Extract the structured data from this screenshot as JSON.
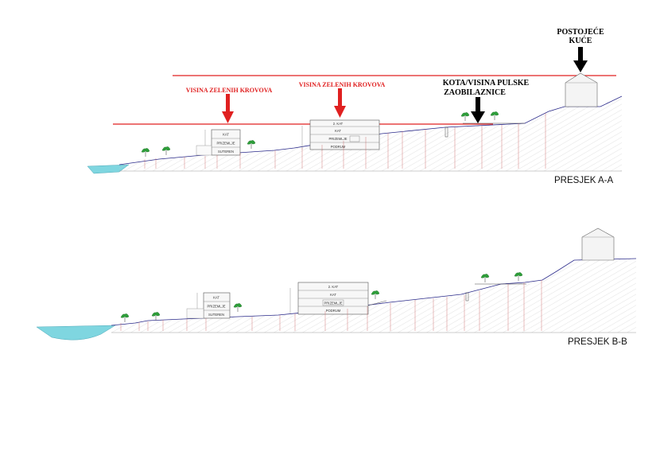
{
  "section_a": {
    "title": "PRESJEK A-A",
    "label_green_roofs_1": "VISINA ZELENIH KROVOVA",
    "label_green_roofs_2": "VISINA ZELENIH KROVOVA",
    "label_bypass_line1": "KOTA/VISINA PULSKE",
    "label_bypass_line2": "ZAOBILAZNICE",
    "label_houses_line1": "POSTOJEĆE",
    "label_houses_line2": "KUĆE",
    "building_1_floors": [
      "KAT",
      "PRIZEMLJE",
      "SUTEREN"
    ],
    "building_2_floors": [
      "2. KAT",
      "KAT",
      "PRIZEMLJE",
      "PODRUM"
    ]
  },
  "section_b": {
    "title": "PRESJEK B-B",
    "building_1_floors": [
      "KAT",
      "PRIZEMLJE",
      "SUTEREN"
    ],
    "building_2_floors": [
      "2. KAT",
      "KAT",
      "PRIZEMLJE",
      "PODRUM"
    ]
  },
  "colors": {
    "red": "#e02020",
    "black": "#000000",
    "sea": "#7fd6e0",
    "terrain": "#2a2a8a",
    "tree": "#2e9e3a"
  }
}
